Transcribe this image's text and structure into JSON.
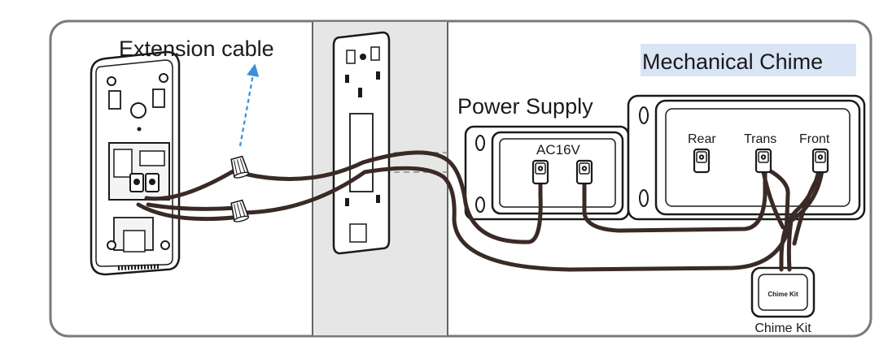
{
  "labels": {
    "extension_cable": "Extension cable",
    "mechanical_chime": "Mechanical Chime",
    "power_supply": "Power Supply",
    "ac_voltage": "AC16V",
    "rear": "Rear",
    "trans": "Trans",
    "front": "Front",
    "chime_kit_box": "Chime Kit",
    "chime_kit": "Chime Kit"
  },
  "colors": {
    "wire": "#3a2a26",
    "outline": "#1a1a1a",
    "frame": "#7a7a7a",
    "wall": "#e6e6e6",
    "arrow": "#3a8fd6",
    "chime_label_bg": "#d9e4f5"
  },
  "icons": {
    "extension_arrow": "dashed-arrow-up-icon",
    "terminal": "screw-terminal-icon",
    "connector": "wire-nut-icon"
  }
}
